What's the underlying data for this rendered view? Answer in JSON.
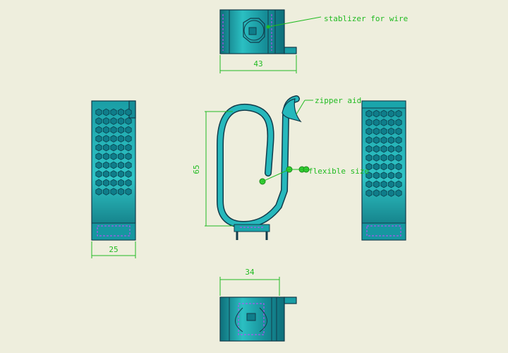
{
  "colors": {
    "background": "#eeeedd",
    "part_fill": "#1fb5b8",
    "part_dark": "#0e7c86",
    "edge": "#123b4a",
    "annotation": "#22bb22",
    "hidden_line": "#cc44ff"
  },
  "annotations": {
    "stabilizer": "stablizer for wire",
    "zipper": "zipper aid",
    "flexible": "flexible size"
  },
  "dimensions": {
    "top_width": "43",
    "side_height": "65",
    "side_width": "25",
    "bottom_width": "34"
  }
}
